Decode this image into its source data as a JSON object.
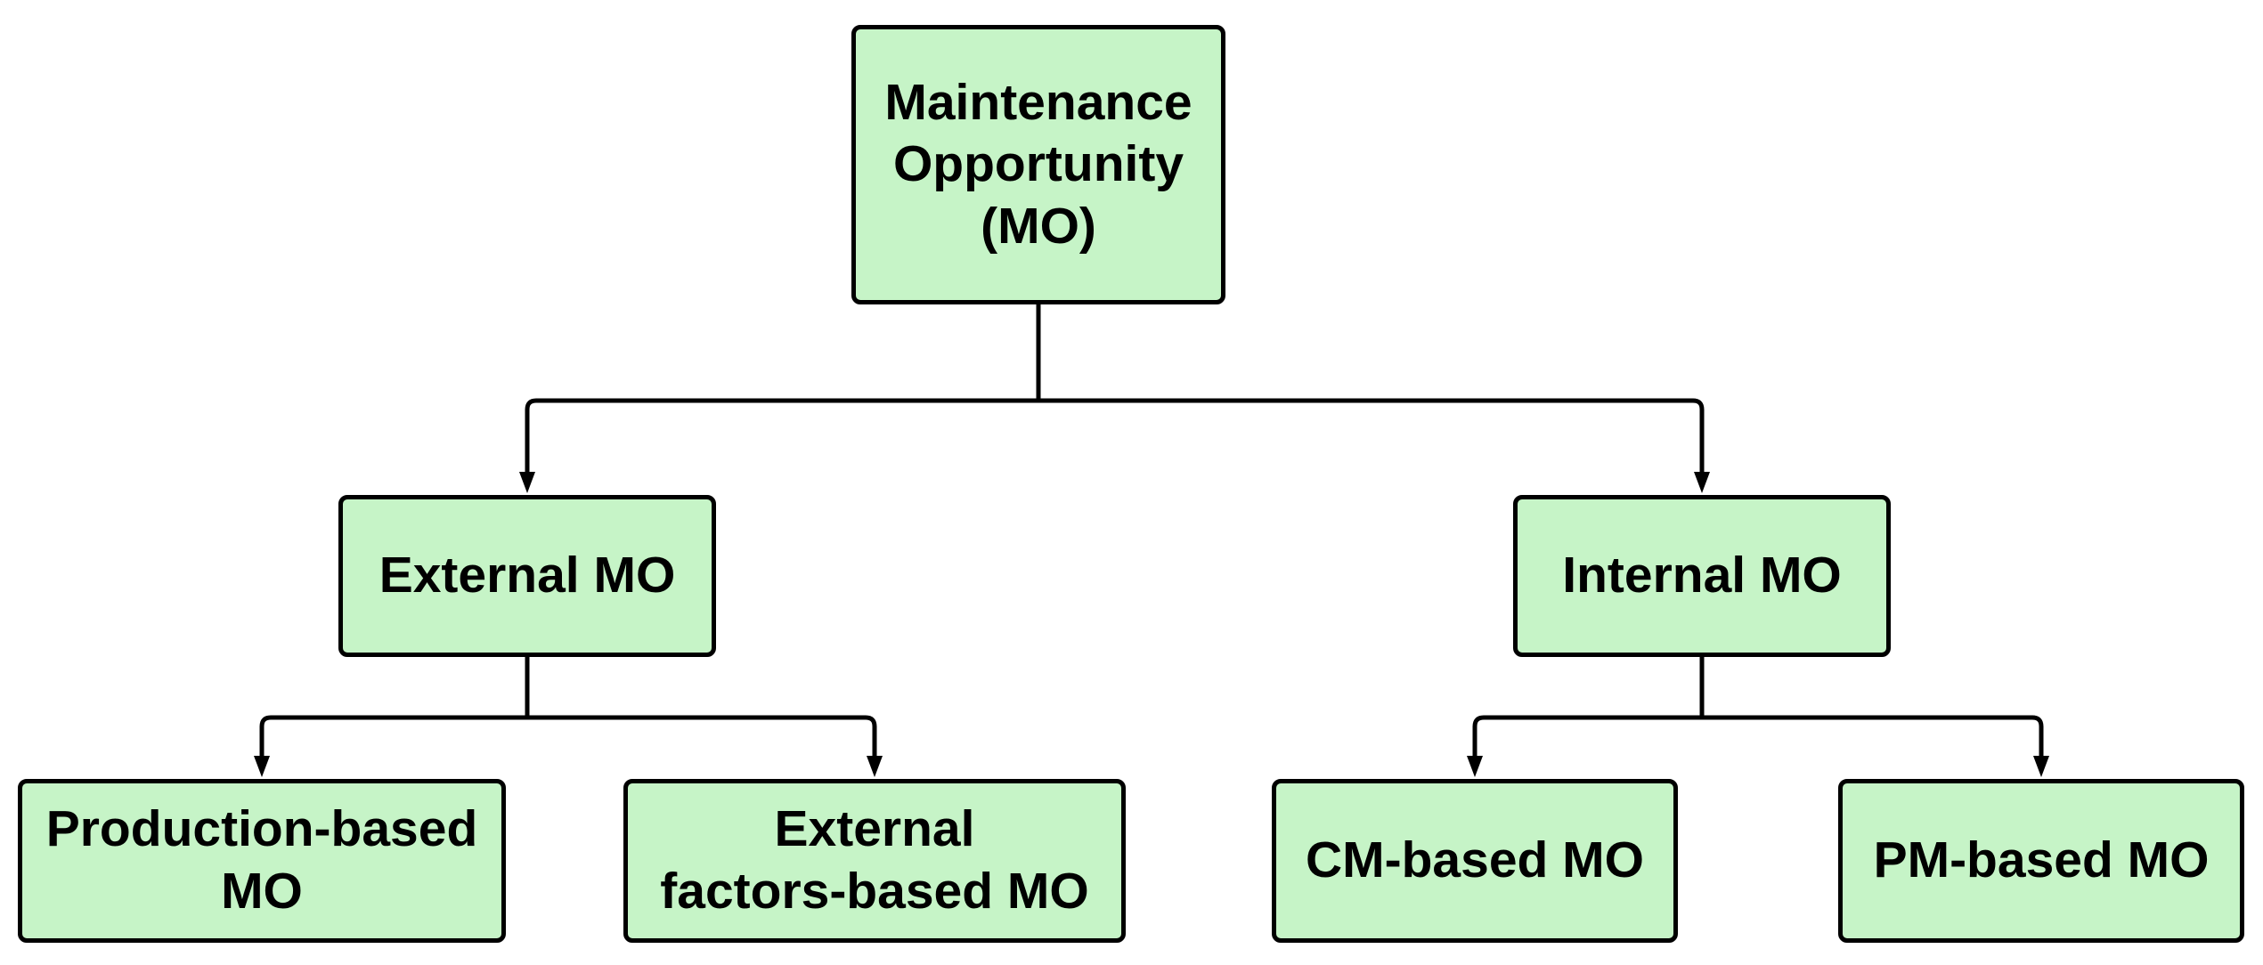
{
  "diagram": {
    "type": "flowchart",
    "direction": "top-down",
    "background": "#ffffff",
    "colors": {
      "node_fill": "#c6f4c7",
      "node_border": "#000000",
      "connector": "#000000",
      "text": "#000000"
    },
    "nodes": {
      "root": {
        "id": "root",
        "label": "Maintenance Opportunity (MO)",
        "lines": [
          "Maintenance",
          "Opportunity",
          "(MO)"
        ]
      },
      "external": {
        "id": "external",
        "label": "External MO",
        "lines": [
          "External MO"
        ]
      },
      "internal": {
        "id": "internal",
        "label": "Internal MO",
        "lines": [
          "Internal MO"
        ]
      },
      "production": {
        "id": "production",
        "label": "Production-based MO",
        "lines": [
          "Production-based",
          "MO"
        ]
      },
      "external_factors": {
        "id": "external_factors",
        "label": "External factors-based MO",
        "lines": [
          "External",
          "factors-based MO"
        ]
      },
      "cm": {
        "id": "cm",
        "label": "CM-based MO",
        "lines": [
          "CM-based MO"
        ]
      },
      "pm": {
        "id": "pm",
        "label": "PM-based MO",
        "lines": [
          "PM-based MO"
        ]
      }
    },
    "edges": [
      {
        "from": "root",
        "to": "external"
      },
      {
        "from": "root",
        "to": "internal"
      },
      {
        "from": "external",
        "to": "production"
      },
      {
        "from": "external",
        "to": "external_factors"
      },
      {
        "from": "internal",
        "to": "cm"
      },
      {
        "from": "internal",
        "to": "pm"
      }
    ]
  }
}
